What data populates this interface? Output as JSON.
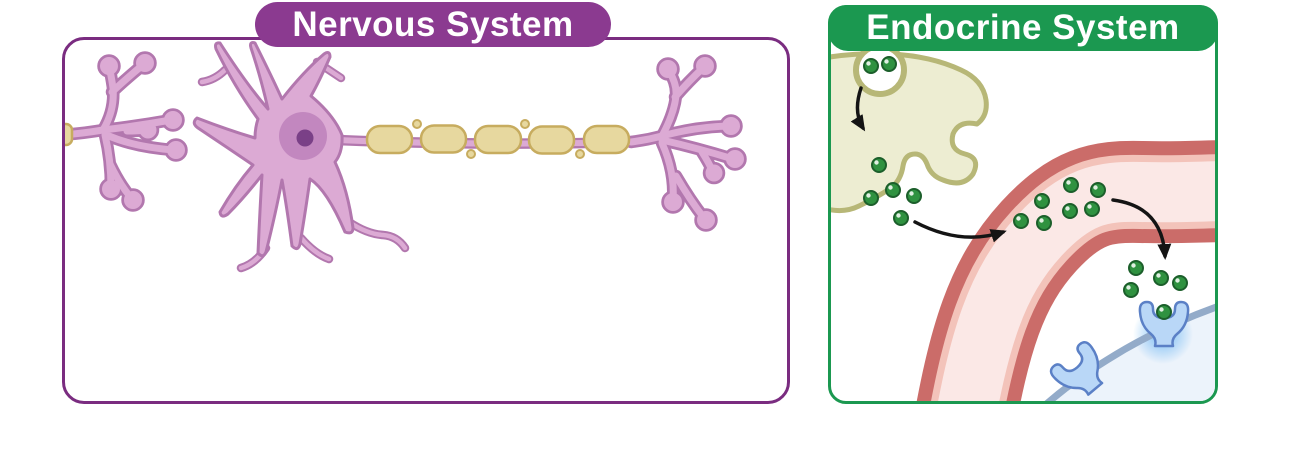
{
  "colors": {
    "canvas_bg": "#ffffff",
    "title_text": "#ffffff",
    "nervous_accent": "#8b3a90",
    "nervous_border": "#7a2c80",
    "neuron_fill": "#dcaad4",
    "neuron_outline": "#b277ae",
    "nucleus_fill": "#c287bf",
    "nucleolus_fill": "#7a4087",
    "myelin_fill": "#e7d89f",
    "myelin_outline": "#c7ac5f",
    "endocrine_accent": "#1b9850",
    "gland_fill": "#ededd2",
    "gland_outline": "#b7b777",
    "hormone_fill": "#2f9240",
    "hormone_outline": "#1c5f2b",
    "vessel_wall": "#cb6c69",
    "vessel_lining": "#f3c3ba",
    "vessel_lumen": "#fbe8e6",
    "cell_fill": "#ecf3fb",
    "cell_membrane": "#93abc9",
    "receptor_fill": "#b9d7f7",
    "receptor_outline": "#5b80c6",
    "glow": "#58acf1",
    "arrow": "#141414"
  },
  "nervous_panel": {
    "title": "Nervous System",
    "illustration": {
      "name": "multipolar-neuron",
      "parts": [
        "presynaptic-axon-terminals",
        "dendrites",
        "cell-body",
        "nucleus",
        "axon",
        "myelin-sheath",
        "axon-terminals"
      ],
      "myelin_segment_count": 5
    }
  },
  "endocrine_panel": {
    "title": "Endocrine System",
    "illustration": {
      "name": "hormone-signaling",
      "parts": [
        "endocrine-gland",
        "secretory-vesicle",
        "hormone-molecules",
        "release-arrow",
        "entry-arrow",
        "blood-vessel",
        "exit-arrow",
        "target-cell",
        "membrane-receptor",
        "unbound-receptor"
      ],
      "hormone_dot_counts": {
        "in_vesicle": 2,
        "near_gland": 5,
        "in_vessel": 7,
        "near_receptor": 4,
        "bound_to_receptor": 1
      }
    }
  }
}
